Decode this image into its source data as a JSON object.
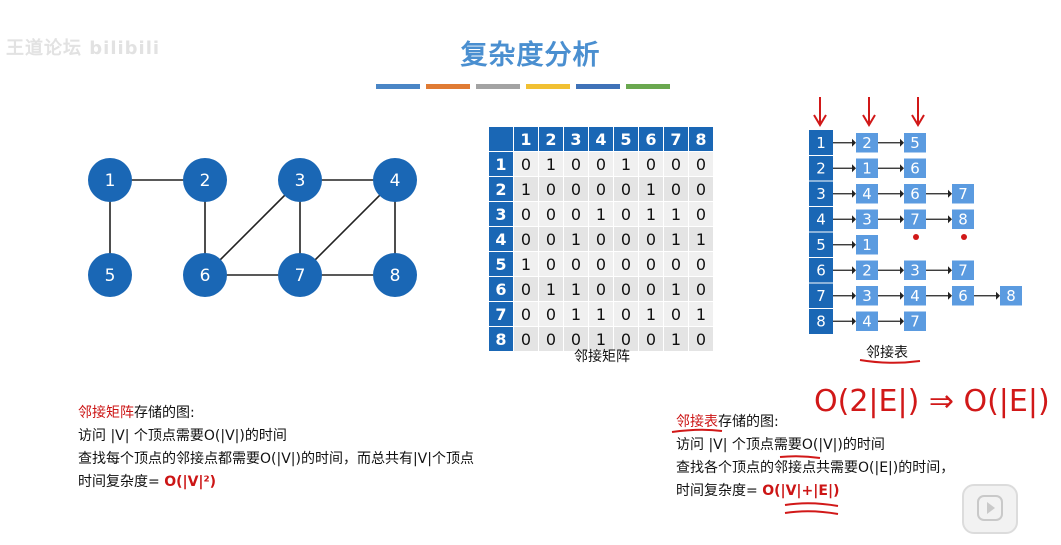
{
  "watermark": "王道论坛 bilibili",
  "title": "复杂度分析",
  "colorbar": [
    "#4a86c6",
    "#e07b34",
    "#a3a3a3",
    "#f1c032",
    "#3f72b8",
    "#6aa84f"
  ],
  "graph": {
    "nodes": [
      {
        "id": "1",
        "label": "1"
      },
      {
        "id": "2",
        "label": "2"
      },
      {
        "id": "3",
        "label": "3"
      },
      {
        "id": "4",
        "label": "4"
      },
      {
        "id": "5",
        "label": "5"
      },
      {
        "id": "6",
        "label": "6"
      },
      {
        "id": "7",
        "label": "7"
      },
      {
        "id": "8",
        "label": "8"
      }
    ],
    "edges": [
      [
        "1",
        "2"
      ],
      [
        "1",
        "5"
      ],
      [
        "2",
        "6"
      ],
      [
        "3",
        "4"
      ],
      [
        "3",
        "6"
      ],
      [
        "3",
        "7"
      ],
      [
        "4",
        "7"
      ],
      [
        "4",
        "8"
      ],
      [
        "6",
        "7"
      ],
      [
        "7",
        "8"
      ]
    ],
    "node_color": "#1a67b5"
  },
  "matrix": {
    "headers": [
      "1",
      "2",
      "3",
      "4",
      "5",
      "6",
      "7",
      "8"
    ],
    "rows": [
      [
        "0",
        "1",
        "0",
        "0",
        "1",
        "0",
        "0",
        "0"
      ],
      [
        "1",
        "0",
        "0",
        "0",
        "0",
        "1",
        "0",
        "0"
      ],
      [
        "0",
        "0",
        "0",
        "1",
        "0",
        "1",
        "1",
        "0"
      ],
      [
        "0",
        "0",
        "1",
        "0",
        "0",
        "0",
        "1",
        "1"
      ],
      [
        "1",
        "0",
        "0",
        "0",
        "0",
        "0",
        "0",
        "0"
      ],
      [
        "0",
        "1",
        "1",
        "0",
        "0",
        "0",
        "1",
        "0"
      ],
      [
        "0",
        "0",
        "1",
        "1",
        "0",
        "1",
        "0",
        "1"
      ],
      [
        "0",
        "0",
        "0",
        "1",
        "0",
        "0",
        "1",
        "0"
      ]
    ],
    "caption": "邻接矩阵"
  },
  "adjlist": {
    "heads": [
      "1",
      "2",
      "3",
      "4",
      "5",
      "6",
      "7",
      "8"
    ],
    "lists": [
      [
        "2",
        "5"
      ],
      [
        "1",
        "6"
      ],
      [
        "4",
        "6",
        "7"
      ],
      [
        "3",
        "7",
        "8"
      ],
      [
        "1"
      ],
      [
        "2",
        "3",
        "7"
      ],
      [
        "3",
        "4",
        "6",
        "8"
      ],
      [
        "4",
        "7"
      ]
    ],
    "caption": "邻接表",
    "annotation": "O(2|E|) ⇒ O(|E|)"
  },
  "left_text": {
    "title_red": "邻接矩阵",
    "title_rest": "存储的图:",
    "line1": "访问 |V| 个顶点需要O(|V|)的时间",
    "line2": "查找每个顶点的邻接点都需要O(|V|)的时间，而总共有|V|个顶点",
    "line3_label": "时间复杂度= ",
    "line3_value": "O(|V|²)"
  },
  "right_text": {
    "title_red": "邻接表",
    "title_rest": "存储的图:",
    "line1": "访问 |V| 个顶点需要O(|V|)的时间",
    "line2": "查找各个顶点的邻接点共需要O(|E|)的时间，",
    "line3_label": "时间复杂度= ",
    "line3_value": "O(|V|+|E|)"
  }
}
